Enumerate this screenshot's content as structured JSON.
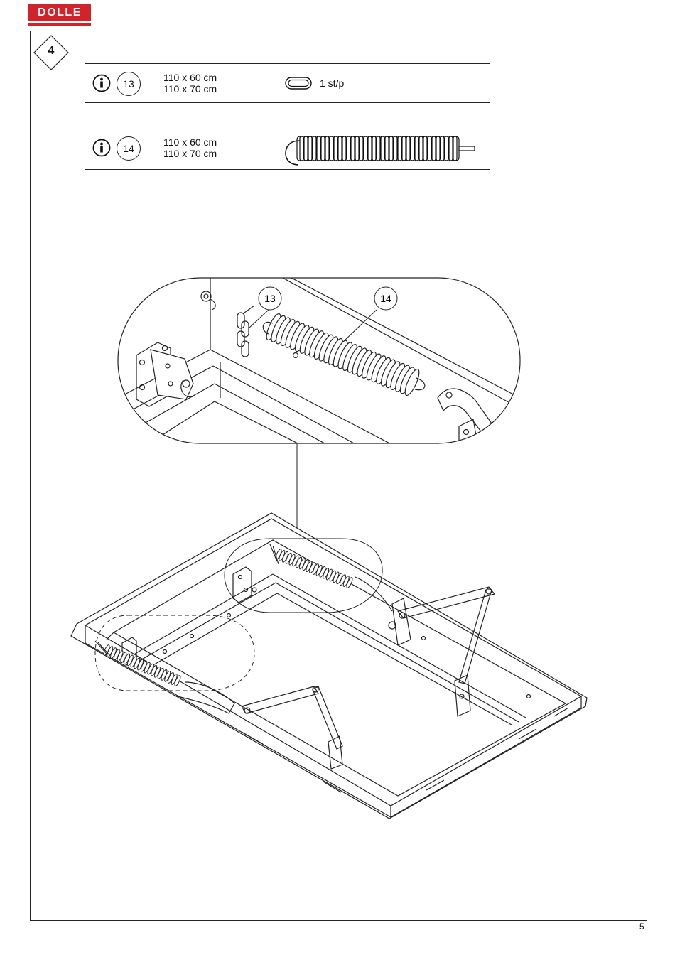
{
  "brand": {
    "name": "DOLLE",
    "color": "#d2232a"
  },
  "step": {
    "number": "4"
  },
  "parts": [
    {
      "badge": "13",
      "icon": "info-icon",
      "sizes": [
        "110 x 60 cm",
        "110 x 70 cm"
      ],
      "quantity": "1 st/p",
      "illustration": "chain-link-icon"
    },
    {
      "badge": "14",
      "icon": "info-icon",
      "sizes": [
        "110 x 60 cm",
        "110 x 70 cm"
      ],
      "quantity": "",
      "illustration": "spring-icon"
    }
  ],
  "detail_callouts": [
    "13",
    "14"
  ],
  "page_number": "5"
}
